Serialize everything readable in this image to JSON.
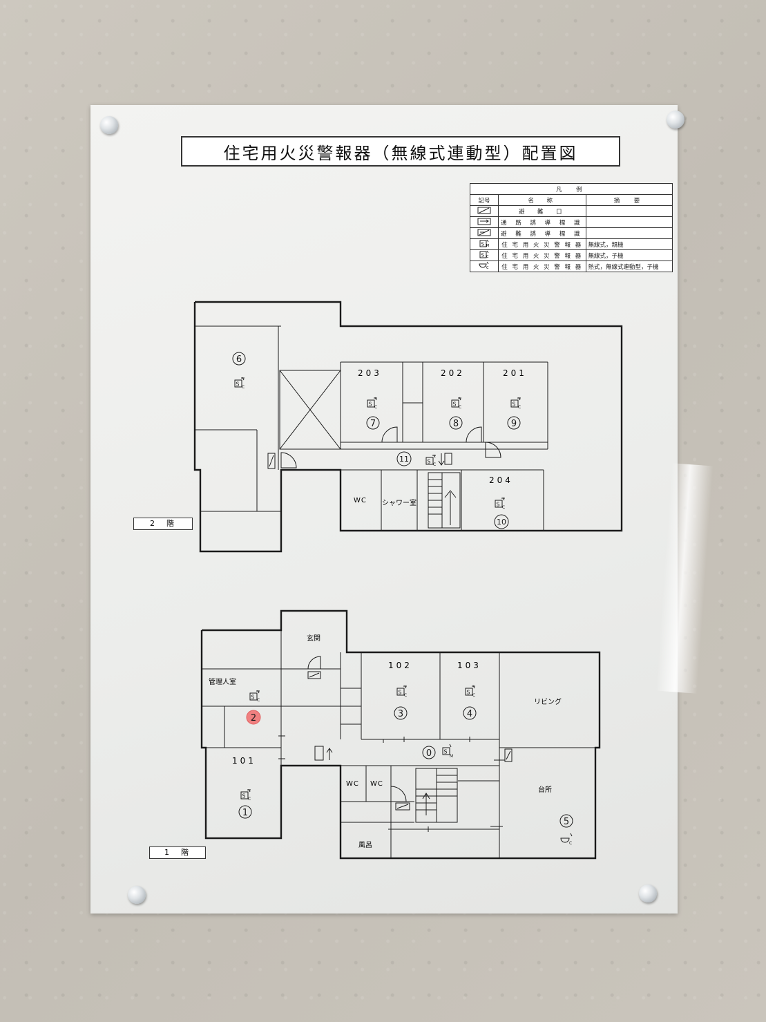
{
  "title": "住宅用火災警報器（無線式連動型）配置図",
  "legend": {
    "heading": "凡　例",
    "columns": [
      "記号",
      "名　称",
      "摘　要"
    ],
    "rows": [
      {
        "icon": "evacuation-exit-icon",
        "name": "避　難　口",
        "note": ""
      },
      {
        "icon": "passage-guide-sign-icon",
        "name": "通 路 誘 導 標 識",
        "note": ""
      },
      {
        "icon": "evacuation-guide-sign-icon",
        "name": "避 難 誘 導 標 識",
        "note": ""
      },
      {
        "icon": "smoke-detector-master-icon",
        "name": "住 宅 用 火 災 警 報 器",
        "note": "無線式，親機"
      },
      {
        "icon": "smoke-detector-child-icon",
        "name": "住 宅 用 火 災 警 報 器",
        "note": "無線式，子機"
      },
      {
        "icon": "heat-detector-child-icon",
        "name": "住 宅 用 火 災 警 報 器",
        "note": "熱式，無線式連動型，子機"
      }
    ]
  },
  "floor2": {
    "label": "2　階",
    "rooms": [
      "203",
      "202",
      "201",
      "204",
      "WC",
      "シャワー室"
    ],
    "markers": [
      "6",
      "7",
      "8",
      "9",
      "10",
      "11"
    ]
  },
  "floor1": {
    "label": "1　階",
    "rooms": [
      "玄関",
      "管理人室",
      "102",
      "103",
      "リビング",
      "101",
      "WC",
      "WC",
      "台所",
      "風呂"
    ],
    "markers": [
      "2",
      "3",
      "4",
      "0",
      "1",
      "5"
    ]
  },
  "colors": {
    "highlight_marker": "#f08080",
    "line": "#1a1a1a"
  }
}
